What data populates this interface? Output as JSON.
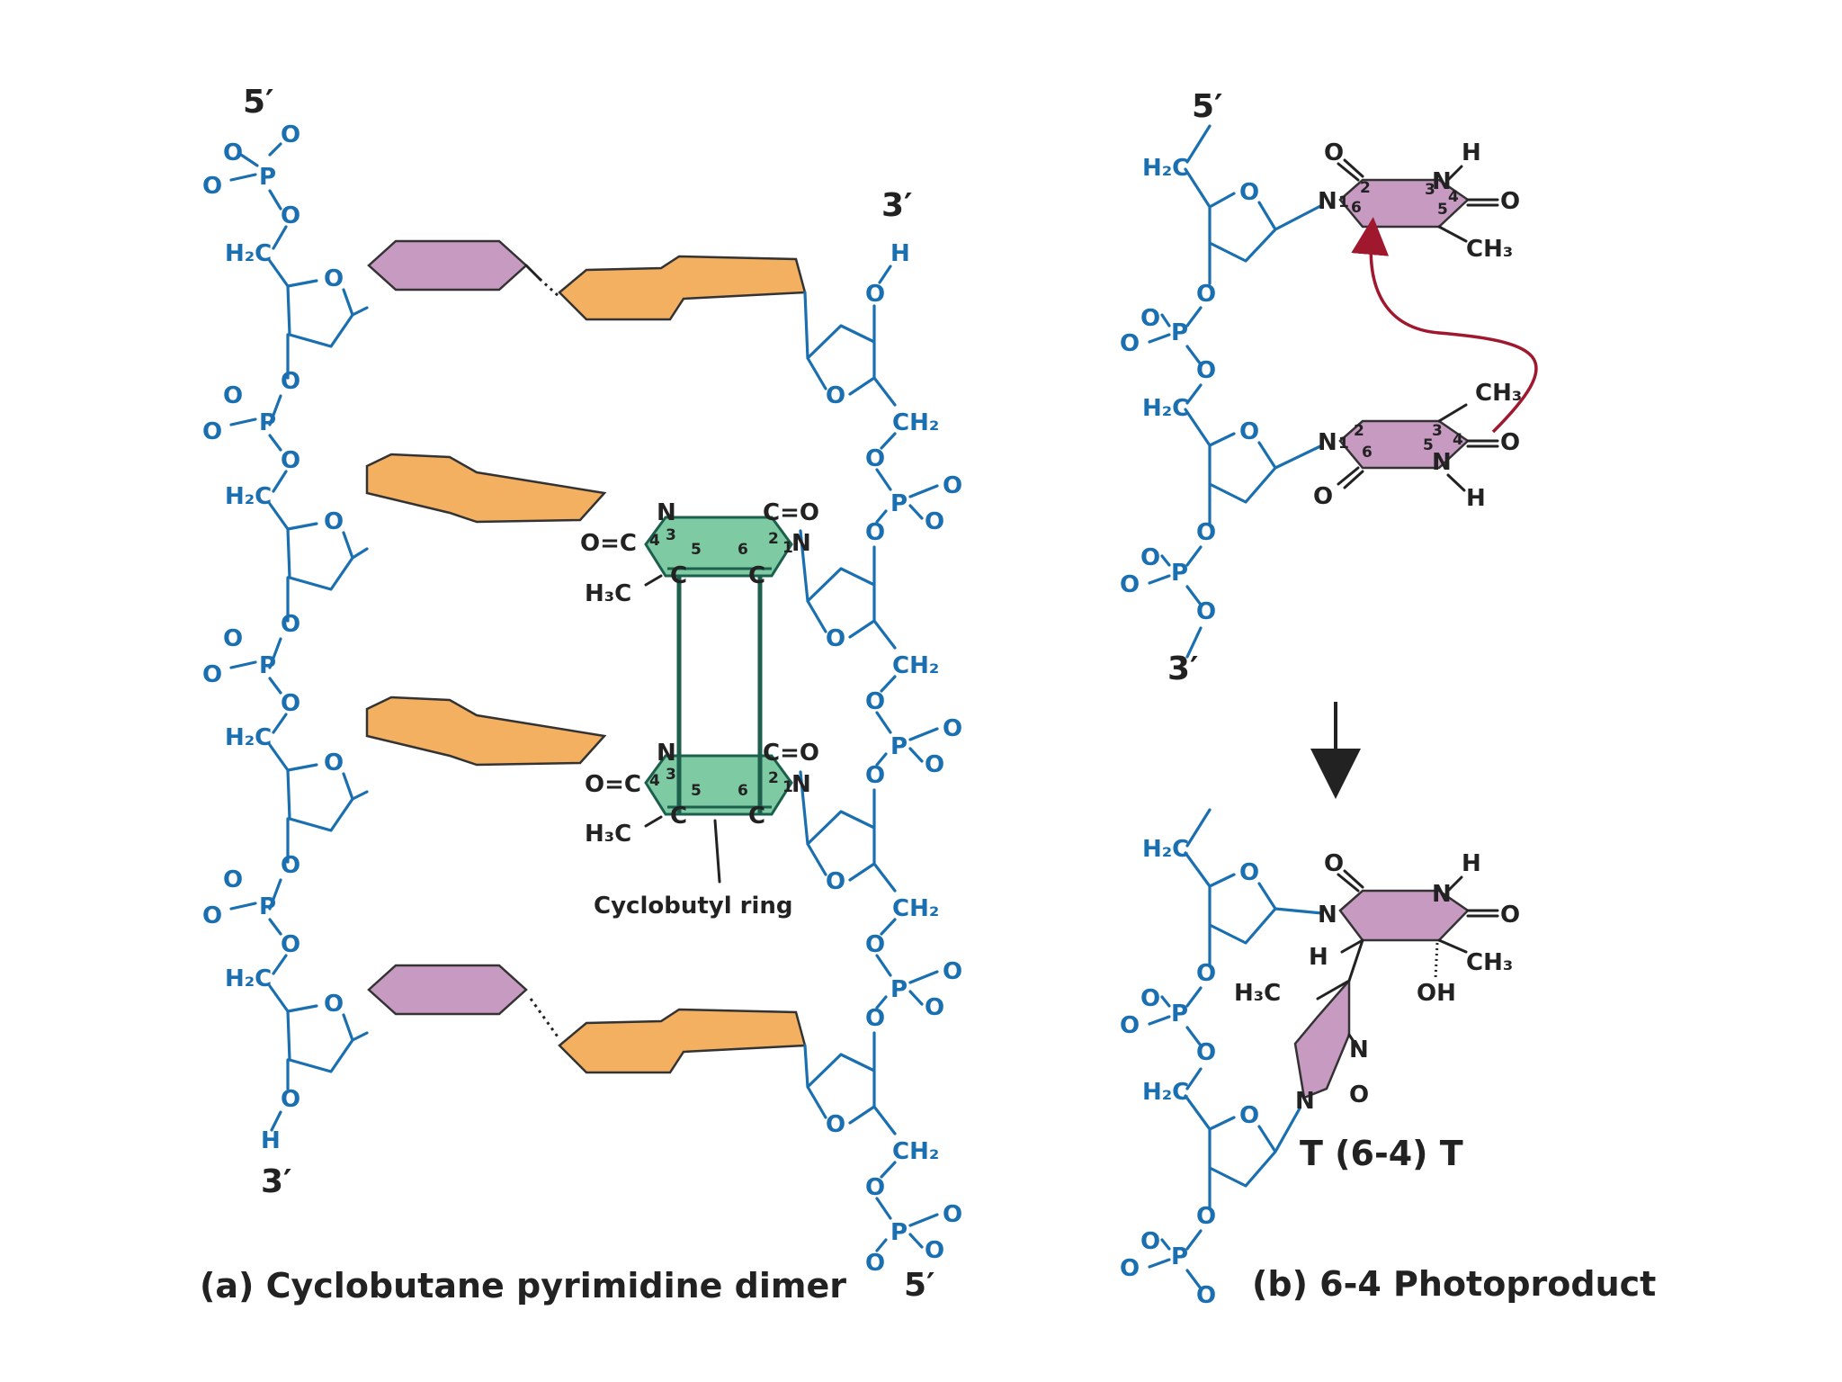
{
  "panel_a": {
    "caption": "(a)  Cyclobutane pyrimidine dimer",
    "strand1_top": "5′",
    "strand1_bottom": "3′",
    "strand2_top": "3′",
    "strand2_bottom": "5′",
    "ring_label": "Cyclobutyl ring",
    "atoms": {
      "O": "O",
      "P": "P",
      "H": "H",
      "H2C": "H₂C",
      "CH2": "CH₂",
      "N": "N",
      "C": "C",
      "O_eq_C": "O=C",
      "C_eq_O": "C=O",
      "H3C": "H₃C",
      "n1": "1",
      "n2": "2",
      "n3": "3",
      "n4": "4",
      "n5": "5",
      "n6": "6"
    }
  },
  "panel_b": {
    "caption": "(b)  6-4 Photoproduct",
    "top_label": "5′",
    "bottom_label": "3′",
    "product_label": "T (6-4) T",
    "atoms": {
      "O": "O",
      "P": "P",
      "H": "H",
      "H2C": "H₂C",
      "CH3": "CH₃",
      "H3C": "H₃C",
      "N": "N",
      "OH": "OH",
      "n1": "1",
      "n2": "2",
      "n3": "3",
      "n4": "4",
      "n5": "5",
      "n6": "6"
    },
    "arrow_color": "#a0182e"
  },
  "colors": {
    "backbone": "#1a6fb0",
    "pyrimidine": "#c79ac2",
    "purine": "#f3b061",
    "dimer": "#7ecaa3"
  }
}
